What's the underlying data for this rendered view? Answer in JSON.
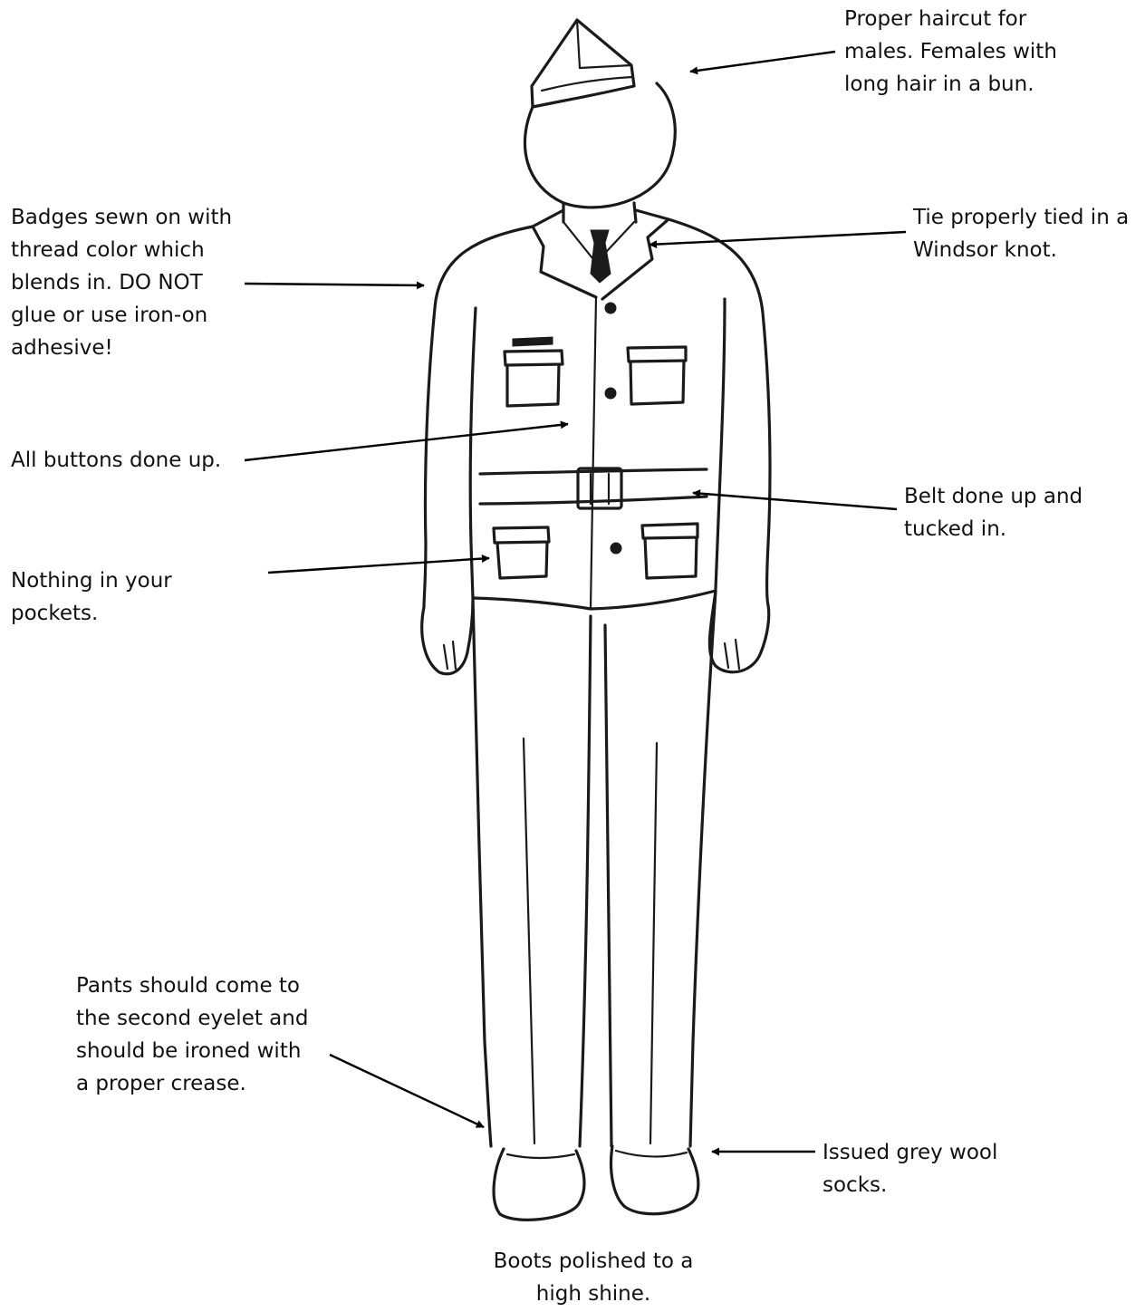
{
  "annotations": {
    "haircut": "Proper haircut for\nmales.  Females with\nlong hair in a bun.",
    "badges": "Badges sewn on with\nthread color which\nblends in.  DO NOT\nglue or use iron-on\nadhesive!",
    "tie": "Tie properly tied in a\nWindsor knot.",
    "buttons": "All buttons done up.",
    "belt": "Belt done up and\ntucked in.",
    "pockets": "Nothing in your\npockets.",
    "pants": "Pants should come to\nthe second eyelet and\nshould be ironed with\na proper crease.",
    "socks": "Issued grey wool\nsocks.",
    "boots": "Boots polished to a\nhigh shine."
  },
  "style": {
    "ink_color": "#1a1a1a",
    "background": "#ffffff"
  }
}
